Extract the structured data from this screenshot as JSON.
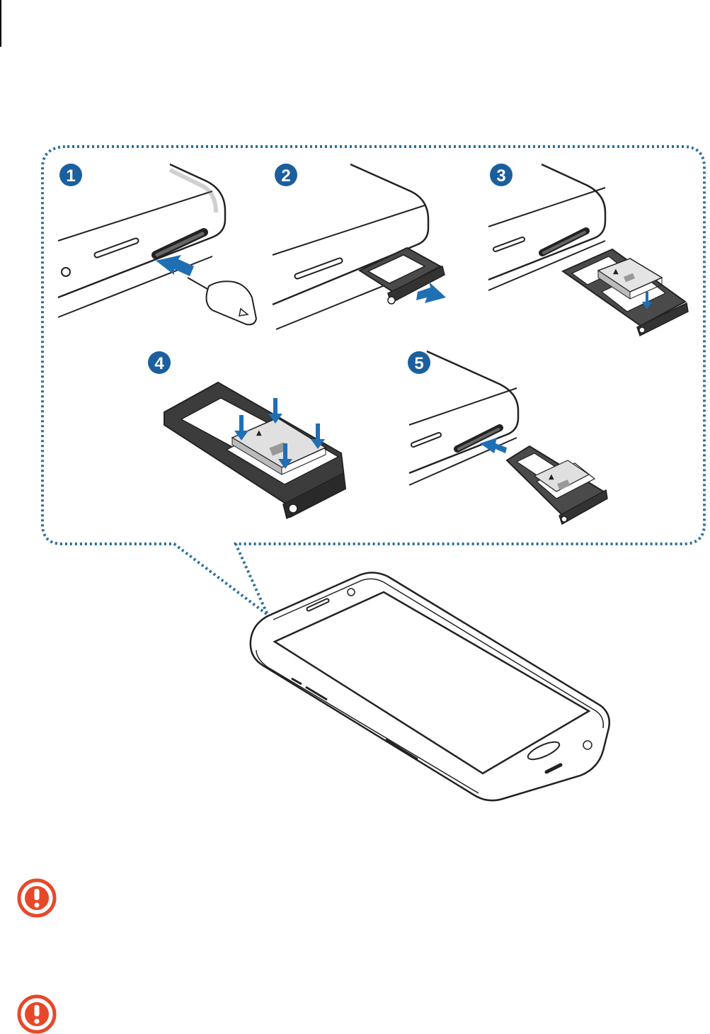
{
  "steps": [
    {
      "number": "1"
    },
    {
      "number": "2"
    },
    {
      "number": "3"
    },
    {
      "number": "4"
    },
    {
      "number": "5"
    }
  ],
  "card_marker": "▲",
  "colors": {
    "accent": "#1a5f9e",
    "arrow": "#1f6fb5",
    "callout_border": "#2a6f9a",
    "warning": "#e8482a",
    "tray": "#3c3c3c",
    "card": "#d8d8d8"
  },
  "icons": {
    "warning": "warning-icon",
    "eject_pin": "eject-pin-icon",
    "insert_arrow": "arrow-icon"
  }
}
